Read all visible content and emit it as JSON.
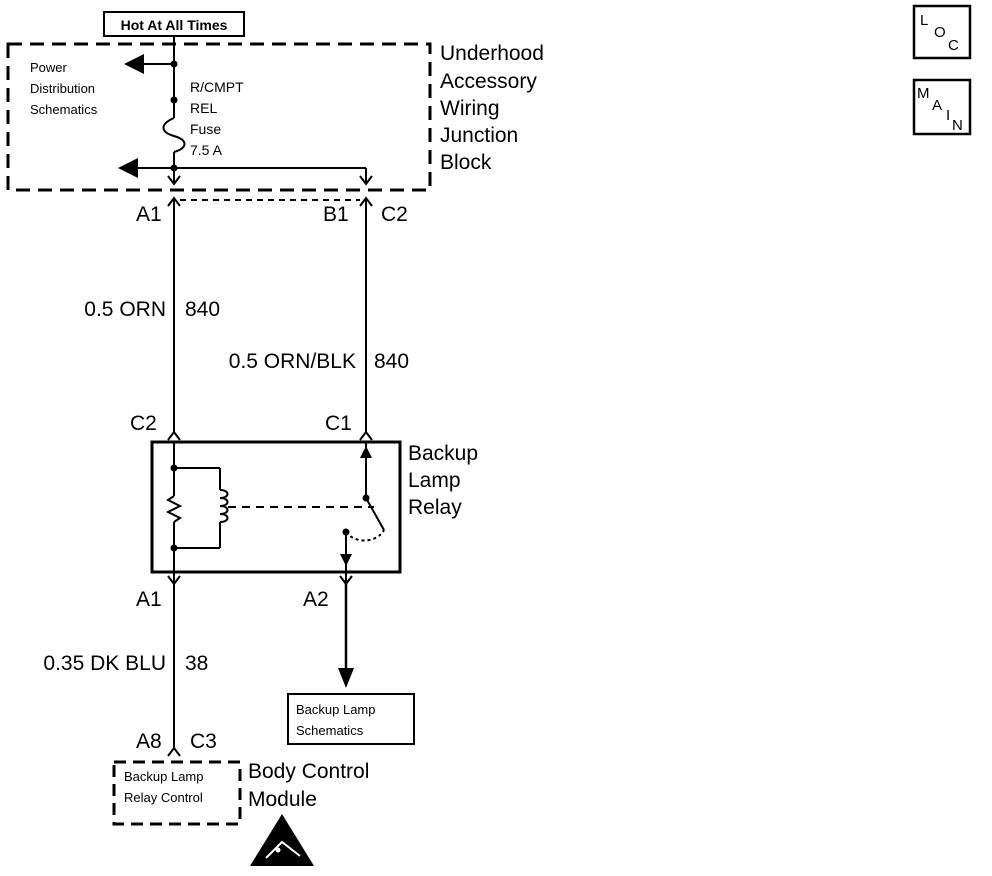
{
  "source": {
    "hot_label": "Hot At All Times"
  },
  "junction_block": {
    "name_lines": [
      "Underhood",
      "Accessory",
      "Wiring",
      "Junction",
      "Block"
    ],
    "power_ref_lines": [
      "Power",
      "Distribution",
      "Schematics"
    ],
    "fuse_lines": [
      "R/CMPT",
      "REL",
      "Fuse",
      "7.5 A"
    ]
  },
  "connectors": {
    "jb_a1": "A1",
    "jb_b1": "B1",
    "jb_c2": "C2",
    "relay_c2": "C2",
    "relay_c1": "C1",
    "relay_a1": "A1",
    "relay_a2": "A2",
    "bcm_a8": "A8",
    "bcm_c3": "C3"
  },
  "wires": [
    {
      "gauge_color": "0.5 ORN",
      "circuit": "840"
    },
    {
      "gauge_color": "0.5 ORN/BLK",
      "circuit": "840"
    },
    {
      "gauge_color": "0.35 DK BLU",
      "circuit": "38"
    }
  ],
  "relay": {
    "name_lines": [
      "Backup",
      "Lamp",
      "Relay"
    ]
  },
  "backup_lamp_ref": {
    "lines": [
      "Backup Lamp",
      "Schematics"
    ]
  },
  "bcm": {
    "name_lines": [
      "Body Control",
      "Module"
    ],
    "function_lines": [
      "Backup Lamp",
      "Relay Control"
    ]
  },
  "nav": {
    "loc": {
      "letters": [
        "L",
        "O",
        "C"
      ]
    },
    "main": {
      "letters": [
        "M",
        "A",
        "I",
        "N"
      ]
    }
  }
}
